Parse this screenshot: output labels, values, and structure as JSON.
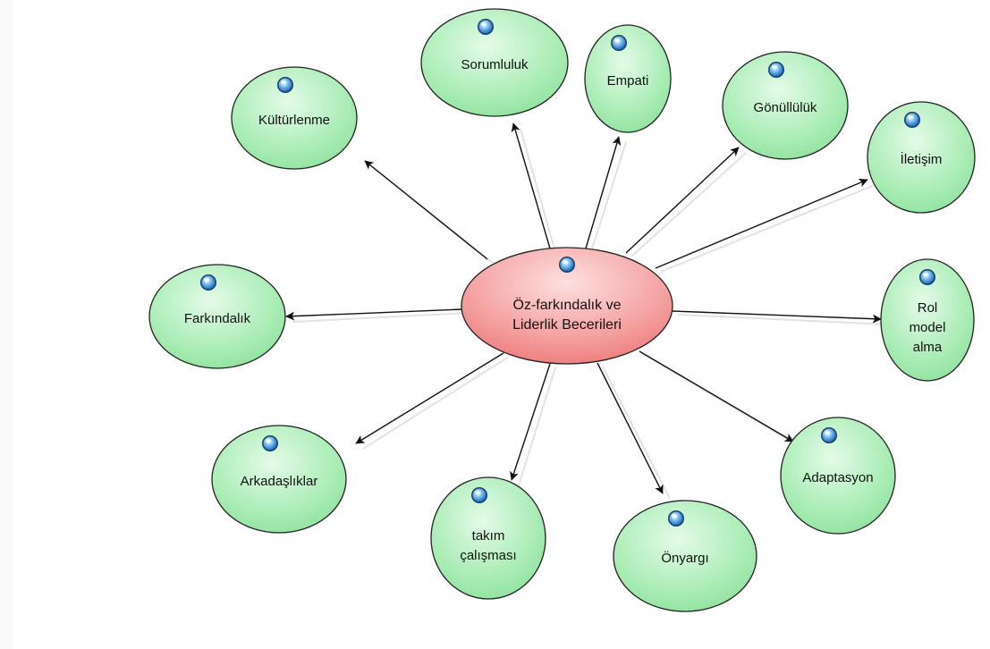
{
  "diagram": {
    "center": {
      "lines": [
        "Öz-farkındalık ve",
        "Liderlik Becerileri"
      ],
      "fill": "#f28c8c",
      "fill_light": "#fbd2d2"
    },
    "nodes": [
      {
        "id": "sorumluluk",
        "lines": [
          "Sorumluluk"
        ]
      },
      {
        "id": "empati",
        "lines": [
          "Empati"
        ]
      },
      {
        "id": "gonulluluk",
        "lines": [
          "Gönüllülük"
        ]
      },
      {
        "id": "iletisim",
        "lines": [
          "İletişim"
        ]
      },
      {
        "id": "kulturlenme",
        "lines": [
          "Kültürlenme"
        ]
      },
      {
        "id": "farkindalik",
        "lines": [
          "Farkındalık"
        ]
      },
      {
        "id": "rol-model-alma",
        "lines": [
          "Rol",
          "model",
          "alma"
        ]
      },
      {
        "id": "arkadasliklar",
        "lines": [
          "Arkadaşlıklar"
        ]
      },
      {
        "id": "adaptasyon",
        "lines": [
          "Adaptasyon"
        ]
      },
      {
        "id": "takim-calismasi",
        "lines": [
          "takım",
          "çalışması"
        ]
      },
      {
        "id": "onyargi",
        "lines": [
          "Önyargı"
        ]
      }
    ],
    "node_fill": "#a8ecb4",
    "node_fill_light": "#dcf8e0",
    "node_stroke": "#222222",
    "arrow_color": "#111111",
    "icon": "blue-sphere-icon",
    "icon_color": "#3b8fd6"
  }
}
